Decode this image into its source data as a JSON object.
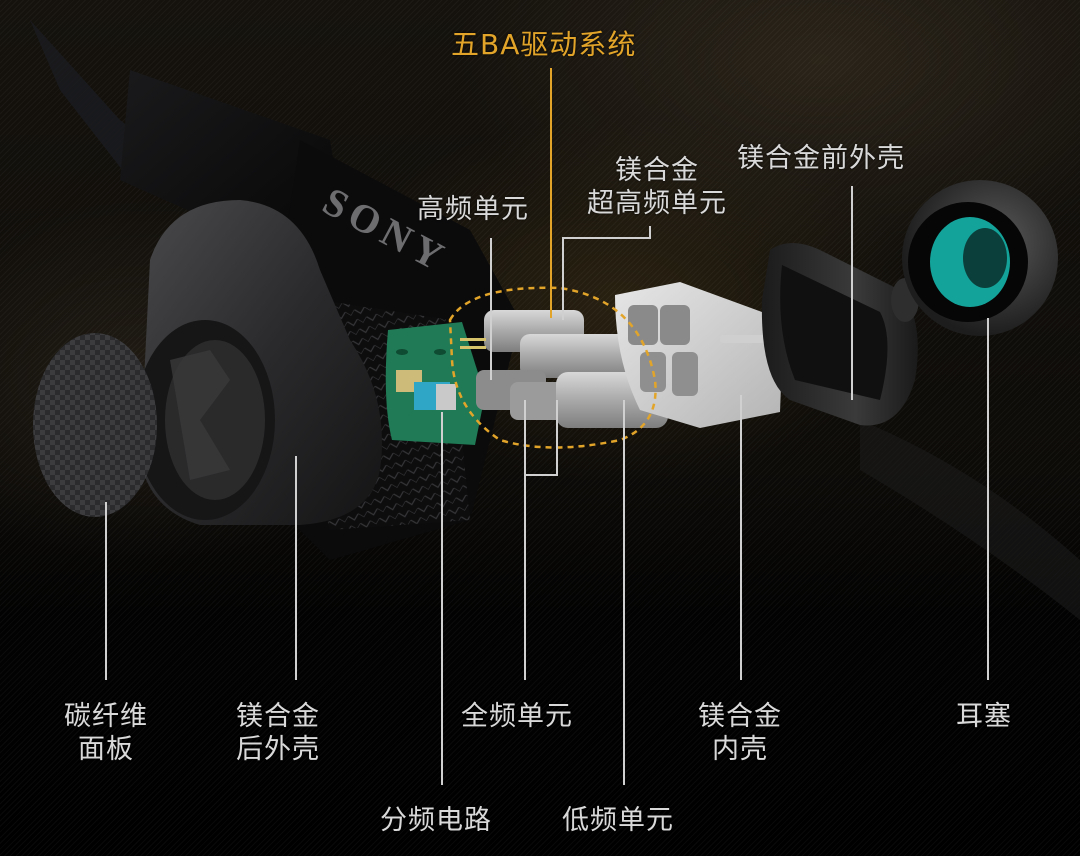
{
  "diagram": {
    "title": "五BA驱动系统",
    "brand_mark": "SONY",
    "colors": {
      "accent_gold": "#e2a52a",
      "label_text": "#d9d9d9",
      "leader_line": "#d0d0d0",
      "pcb_green": "#1f7a55",
      "eartip_teal": "#14a39a",
      "background": "#000000"
    },
    "labels": {
      "tweeter": "高频单元",
      "super_tweeter_line1": "镁合金",
      "super_tweeter_line2": "超高频单元",
      "front_shell": "镁合金前外壳",
      "carbon_panel_line1": "碳纤维",
      "carbon_panel_line2": "面板",
      "rear_shell_line1": "镁合金",
      "rear_shell_line2": "后外壳",
      "full_range": "全频单元",
      "inner_shell_line1": "镁合金",
      "inner_shell_line2": "内壳",
      "ear_tip": "耳塞",
      "crossover": "分频电路",
      "woofer": "低频单元"
    }
  }
}
